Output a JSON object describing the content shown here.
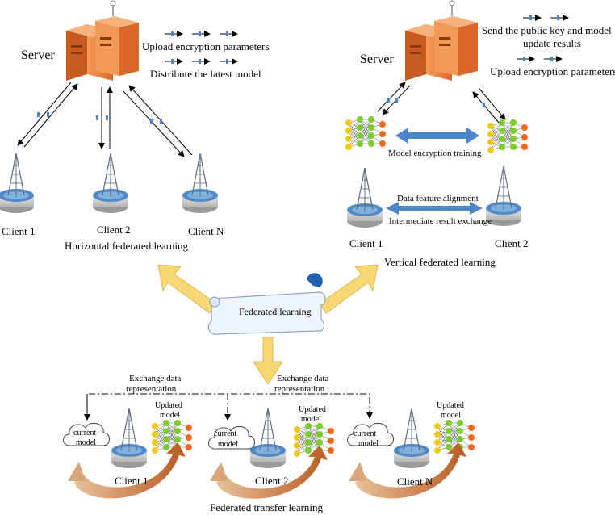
{
  "horizontal": {
    "server_label": "Server",
    "legend_upload": "Upload encryption parameters",
    "legend_distribute": "Distribute the latest model",
    "clients": [
      "Client 1",
      "Client 2",
      "Client N"
    ],
    "title": "Horizontal federated learning"
  },
  "vertical": {
    "server_label": "Server",
    "legend_send_line1": "Send the public key and model",
    "legend_send_line2": "update results",
    "legend_upload": "Upload encryption parameters",
    "training_label": "Model encryption training",
    "alignment_label": "Data feature alignment",
    "exchange_label": "Intermediate result exchange",
    "clients": [
      "Client 1",
      "Client 2"
    ],
    "title": "Vertical federated learning"
  },
  "center": {
    "scroll_label": "Federated learning"
  },
  "transfer": {
    "exchange_line1": "Exchange data",
    "exchange_line2": "representation",
    "current_model_line1": "current",
    "current_model_line2": "model",
    "updated_model_line1": "Updated",
    "updated_model_line2": "model",
    "clients": [
      "Client 1",
      "Client 2",
      "Client N"
    ],
    "title": "Federated transfer learning"
  },
  "colors": {
    "server": "#e8813a",
    "tower": "#6c7a89",
    "big_arrow": "#f7d774",
    "blue_arrow": "#4a86c8",
    "curve_arrow": "#c8703a",
    "node_yellow": "#f2c81b",
    "node_green": "#7ccc2e",
    "node_orange": "#ef6a1a"
  }
}
